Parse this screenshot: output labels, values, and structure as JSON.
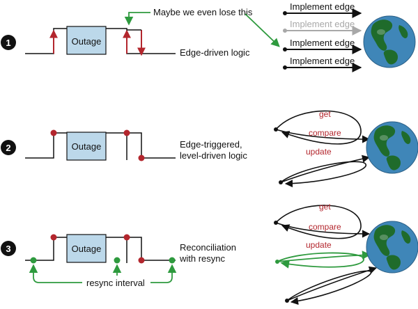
{
  "annotation": {
    "lose_note": "Maybe we even lose this"
  },
  "rows": [
    {
      "number": "1",
      "box_label": "Outage",
      "description_lines": [
        "Edge-driven logic"
      ],
      "actions": [
        "Implement edge",
        "Implement edge",
        "Implement edge",
        "Implement edge"
      ]
    },
    {
      "number": "2",
      "box_label": "Outage",
      "description_lines": [
        "Edge-triggered,",
        "level-driven logic"
      ],
      "loop_labels": [
        "get",
        "compare",
        "update"
      ]
    },
    {
      "number": "3",
      "box_label": "Outage",
      "description_lines": [
        "Reconciliation",
        "with resync"
      ],
      "loop_labels": [
        "get",
        "compare",
        "update"
      ],
      "interval_label": "resync interval"
    }
  ],
  "colors": {
    "edge_red": "#b3262d",
    "resync_green": "#2e9a3e",
    "faded_gray": "#a8a8a8",
    "box_fill": "#bcd8ea",
    "ocean": "#3f86b8",
    "land": "#1f6b2b"
  },
  "icons": [
    "globe-icon",
    "arrow-right-icon",
    "arrow-up-icon",
    "arrow-down-icon",
    "numbered-circle-icon"
  ]
}
